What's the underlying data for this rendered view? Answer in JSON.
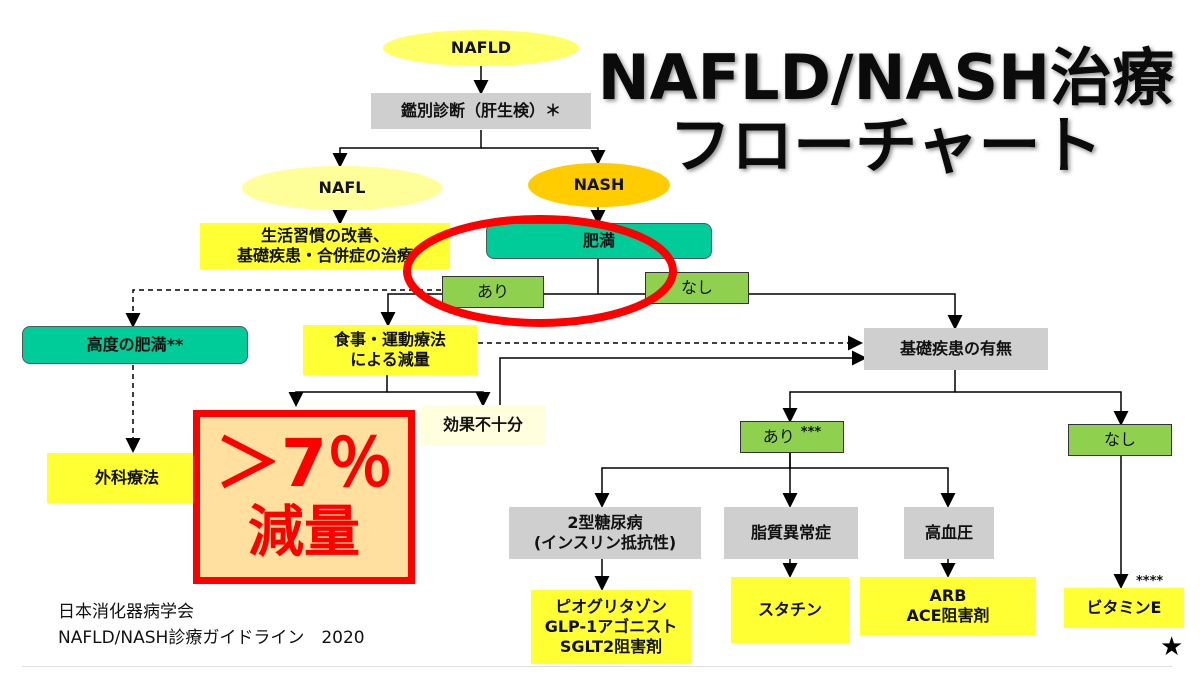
{
  "title": {
    "line1": "NAFLD/NASH治療",
    "line2": "フローチャート"
  },
  "nodes": {
    "nafld": "NAFLD",
    "diagnosis": "鑑別診断（肝生検）＊",
    "nafl": "NAFL",
    "nash": "NASH",
    "lifestyle": "生活習慣の改善、\n基礎疾患・合併症の治療",
    "obesity": "肥満",
    "obesity_yes": "あり",
    "obesity_no": "なし",
    "severe_obesity": "高度の肥満**",
    "diet": "食事・運動療法\nによる減量",
    "surgery": "外科療法",
    "insufficient": "効果不十分",
    "underlying": "基礎疾患の有無",
    "underlying_yes": "あり",
    "underlying_yes_note": "***",
    "underlying_no": "なし",
    "diabetes": "2型糖尿病\n(インスリン抵抗性)",
    "dyslipidemia": "脂質異常症",
    "hypertension": "高血圧",
    "diabetes_drugs": "ピオグリタゾン\nGLP-1アゴニスト\nSGLT2阻害剤",
    "statin": "スタチン",
    "arb": "ARB\nACE阻害剤",
    "vitamin_e": "ビタミンE",
    "vitamin_note": "****"
  },
  "weight_loss": {
    "line1": "＞7％",
    "line2": "減量"
  },
  "source": {
    "line1": "日本消化器病学会",
    "line2": "NAFLD/NASH診療ガイドライン　2020"
  },
  "star": "★",
  "colors": {
    "gray": "#cfcfcf",
    "yellow": "#ffff33",
    "teal": "#00cc99",
    "green": "#8fd14f",
    "highlight": "#ff0000",
    "ellipse_light": "#ffff66",
    "ellipse_orange": "#ffcc00"
  }
}
